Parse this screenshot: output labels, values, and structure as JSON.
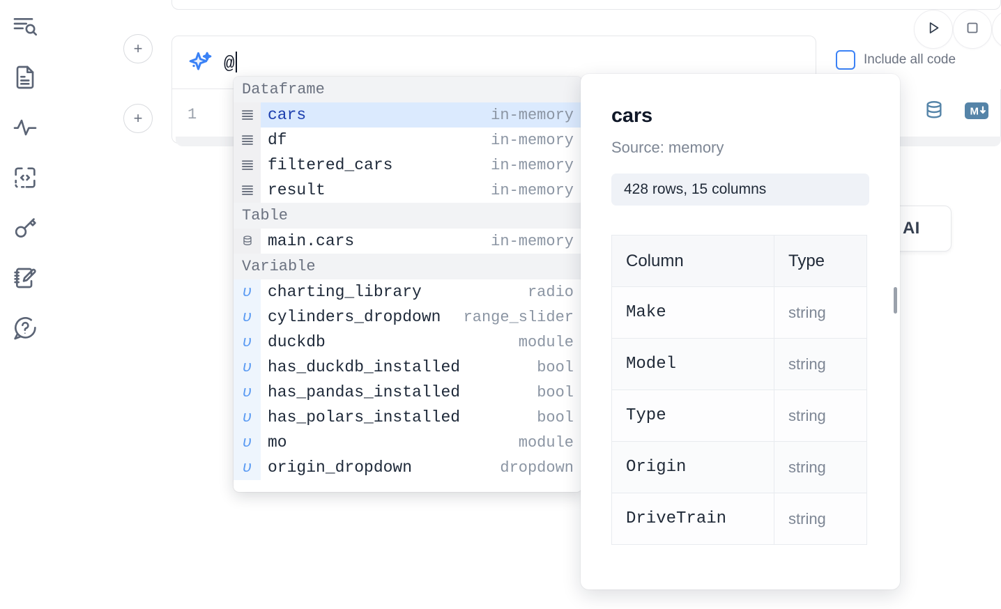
{
  "rail": {
    "items": [
      {
        "name": "outline-search-icon",
        "label": "Explore"
      },
      {
        "name": "file-text-icon",
        "label": "Files"
      },
      {
        "name": "activity-pulse-icon",
        "label": "Variables"
      },
      {
        "name": "code-brackets-icon",
        "label": "Snippets"
      },
      {
        "name": "key-icon",
        "label": "Secrets"
      },
      {
        "name": "notebook-pencil-icon",
        "label": "Scratchpad"
      },
      {
        "name": "help-chat-icon",
        "label": "Help"
      }
    ]
  },
  "toolbar": {
    "run_label": "Run cell",
    "stop_label": "Stop",
    "more_label": "More",
    "include_all_code": "Include all code",
    "include_all_code_checked": false,
    "ai_pill_label": "h AI",
    "accent": "#3b82f6"
  },
  "cell": {
    "add_button_label": "+",
    "line_number": "1",
    "database_icon": "database-icon",
    "markdown_icon": "markdown-icon"
  },
  "ai_prompt": {
    "icon": "sparkles-icon",
    "value": "@",
    "placeholder": ""
  },
  "autocomplete": {
    "groups": [
      {
        "label": "Dataframe",
        "items": [
          {
            "icon": "dataframe-icon",
            "name": "cars",
            "type": "in-memory",
            "selected": true
          },
          {
            "icon": "dataframe-icon",
            "name": "df",
            "type": "in-memory",
            "selected": false
          },
          {
            "icon": "dataframe-icon",
            "name": "filtered_cars",
            "type": "in-memory",
            "selected": false
          },
          {
            "icon": "dataframe-icon",
            "name": "result",
            "type": "in-memory",
            "selected": false
          }
        ]
      },
      {
        "label": "Table",
        "items": [
          {
            "icon": "table-db-icon",
            "name": "main.cars",
            "type": "in-memory",
            "selected": false
          }
        ]
      },
      {
        "label": "Variable",
        "items": [
          {
            "icon": "variable-icon",
            "name": "charting_library",
            "type": "radio",
            "selected": false
          },
          {
            "icon": "variable-icon",
            "name": "cylinders_dropdown",
            "type": "range_slider",
            "selected": false
          },
          {
            "icon": "variable-icon",
            "name": "duckdb",
            "type": "module",
            "selected": false
          },
          {
            "icon": "variable-icon",
            "name": "has_duckdb_installed",
            "type": "bool",
            "selected": false
          },
          {
            "icon": "variable-icon",
            "name": "has_pandas_installed",
            "type": "bool",
            "selected": false
          },
          {
            "icon": "variable-icon",
            "name": "has_polars_installed",
            "type": "bool",
            "selected": false
          },
          {
            "icon": "variable-icon",
            "name": "mo",
            "type": "module",
            "selected": false
          },
          {
            "icon": "variable-icon",
            "name": "origin_dropdown",
            "type": "dropdown",
            "selected": false
          }
        ]
      }
    ]
  },
  "detail": {
    "title": "cars",
    "source": "Source: memory",
    "shape": "428 rows, 15 columns",
    "columns_header": "Column",
    "type_header": "Type",
    "rows": [
      {
        "column": "Make",
        "type": "string"
      },
      {
        "column": "Model",
        "type": "string"
      },
      {
        "column": "Type",
        "type": "string"
      },
      {
        "column": "Origin",
        "type": "string"
      },
      {
        "column": "DriveTrain",
        "type": "string"
      }
    ]
  }
}
